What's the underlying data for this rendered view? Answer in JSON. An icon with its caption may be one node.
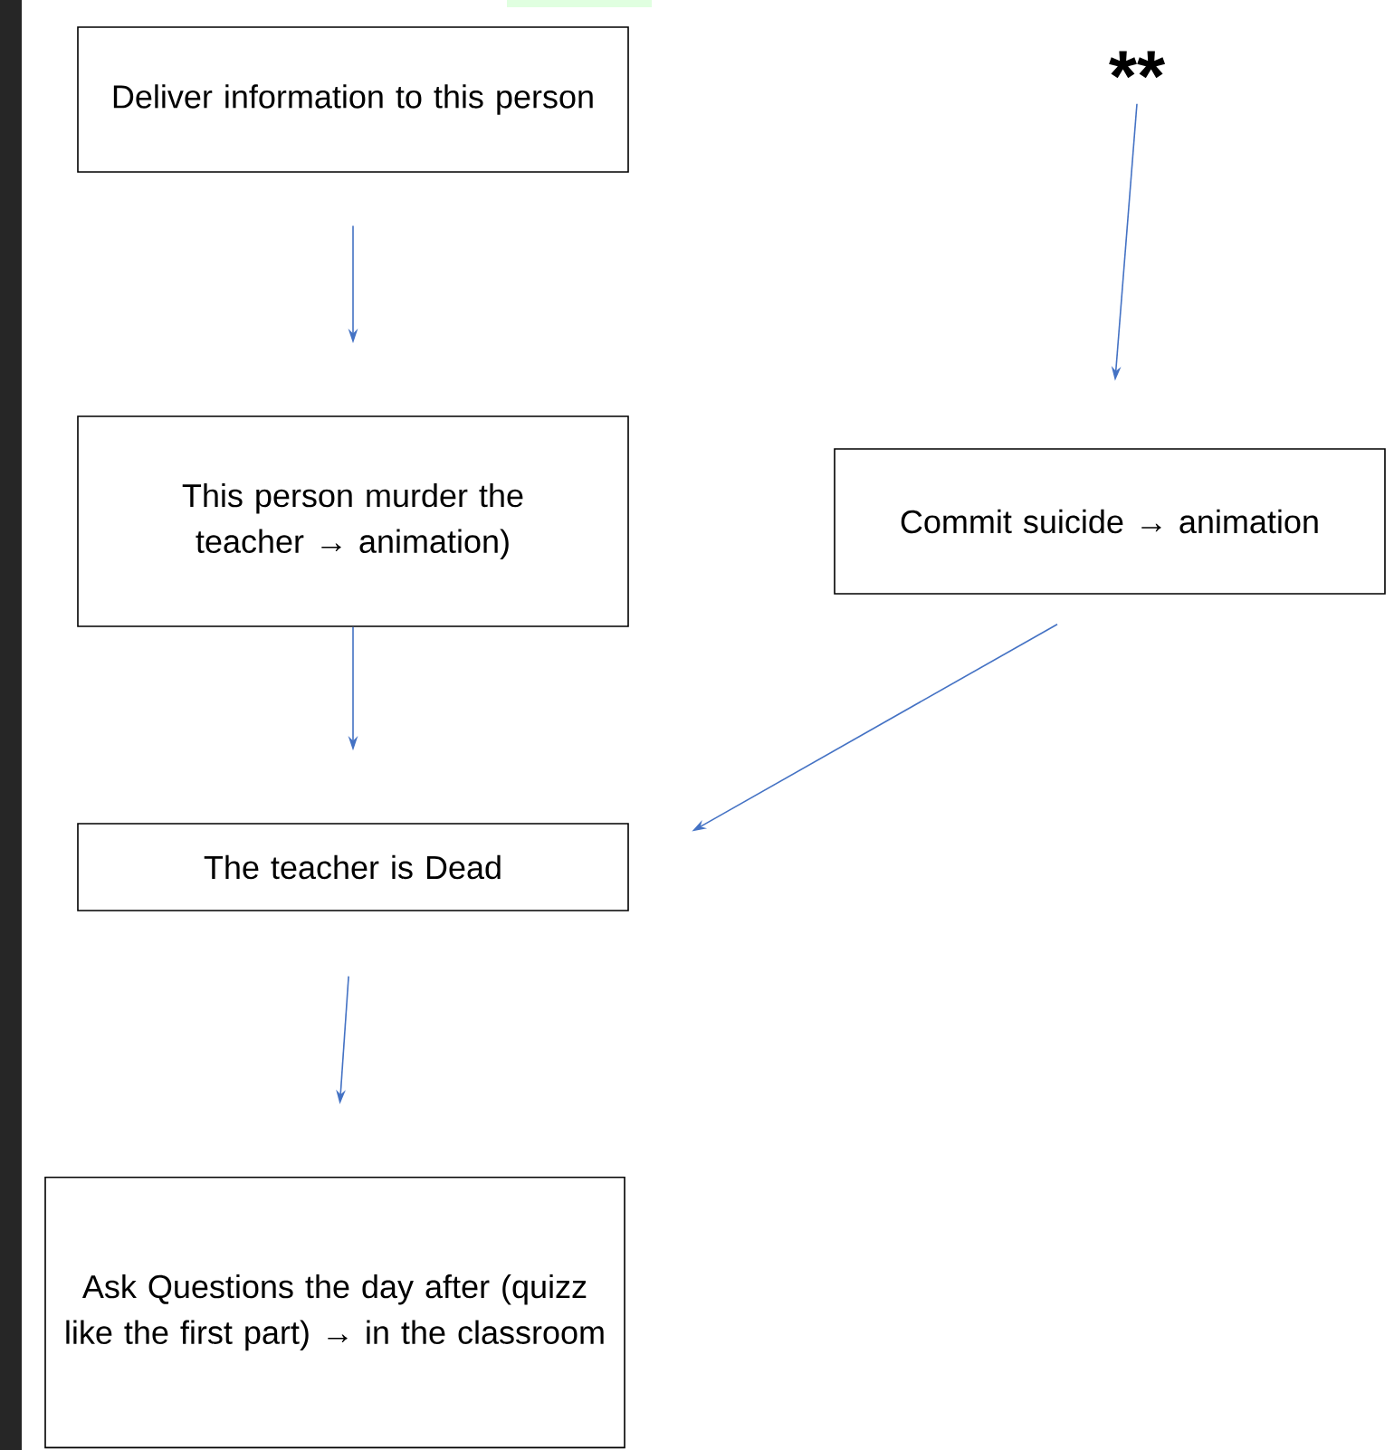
{
  "diagram": {
    "nodes": [
      {
        "text": [
          "Deliver information to this person"
        ]
      },
      {
        "text": [
          "This person murder the teacher → animation)"
        ]
      },
      {
        "text": [
          "The teacher is Dead"
        ]
      },
      {
        "text": [
          "Ask Questions the day after (quizz like the first part) → in the classroom"
        ]
      },
      {
        "text": [
          "**"
        ]
      },
      {
        "text": [
          "Commit suicide → animation"
        ]
      }
    ],
    "edges": [
      {
        "from": 0,
        "to": 1,
        "arrow": "to"
      },
      {
        "from": 1,
        "to": 2,
        "arrow": "to"
      },
      {
        "from": 2,
        "to": 3,
        "arrow": "to"
      },
      {
        "from": 4,
        "to": 5,
        "arrow": "to"
      },
      {
        "from": 5,
        "to": 2,
        "arrow": "to"
      }
    ]
  }
}
